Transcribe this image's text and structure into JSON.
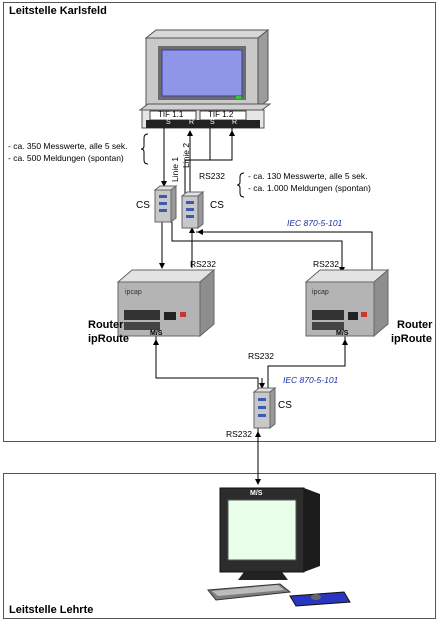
{
  "panels": {
    "top_title": "Leitstelle Karlsfeld",
    "bottom_title": "Leitstelle Lehrte"
  },
  "tif": {
    "left_label": "TIF 1.1",
    "right_label": "TIF 1.2",
    "port_letters": [
      "S",
      "R",
      "S",
      "R"
    ]
  },
  "notes_left": [
    "- ca. 350 Messwerte, alle 5 sek.",
    "- ca. 500 Meldungen (spontan)"
  ],
  "notes_right": [
    "- ca. 130 Messwerte, alle 5 sek.",
    "- ca. 1.000 Meldungen (spontan)"
  ],
  "lines": {
    "linie1": "Linie 1",
    "linie2": "Linie 2"
  },
  "labels": {
    "cs_left": "CS",
    "cs_right": "CS",
    "cs_bottom": "CS",
    "rs232_top": "RS232",
    "rs232_router_left": "RS232",
    "rs232_router_right": "RS232",
    "rs232_between_routers": "RS232",
    "rs232_bottom": "RS232",
    "iec_top": "IEC 870-5-101",
    "iec_bottom": "IEC 870-5-101",
    "router_left_line1": "Router",
    "router_left_line2": "ipRoute",
    "router_right_line1": "Router",
    "router_right_line2": "ipRoute",
    "port_m": "M/S",
    "port_i": "M/S",
    "router_logo": "ipcap",
    "workstation_port": "M/S"
  },
  "colors": {
    "screen_blue": "#8f96e8",
    "device_gray": "#bdbdbd",
    "iec_blue": "#1a2fa0",
    "line": "#000000"
  }
}
